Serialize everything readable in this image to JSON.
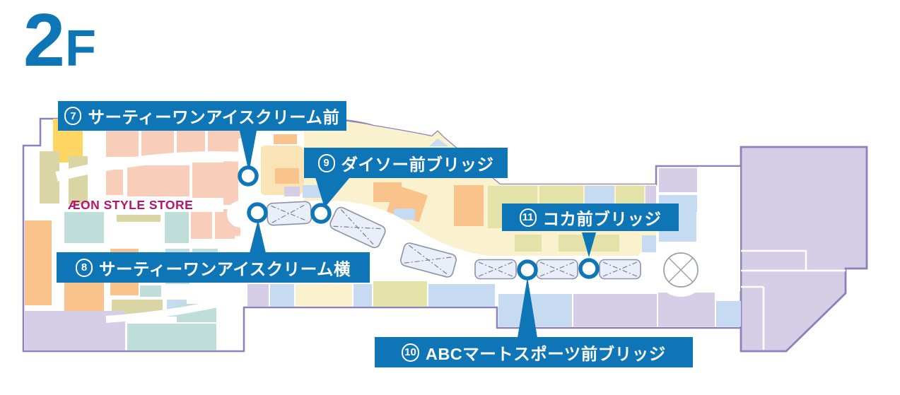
{
  "floor": {
    "number": "2",
    "suffix": "F"
  },
  "store": {
    "name": "ÆON STYLE STORE"
  },
  "callouts": [
    {
      "num": "7",
      "text": "サーティーワンアイスクリーム前"
    },
    {
      "num": "8",
      "text": "サーティーワンアイスクリーム横"
    },
    {
      "num": "9",
      "text": "ダイソー前ブリッジ"
    },
    {
      "num": "10",
      "text": "ABCマートスポーツ前ブリッジ"
    },
    {
      "num": "11",
      "text": "コカ前ブリッジ"
    }
  ],
  "colors": {
    "accent_blue": "#0e76b6",
    "outline_purple": "#8d81bb",
    "store_name_magenta": "#b5156d"
  }
}
